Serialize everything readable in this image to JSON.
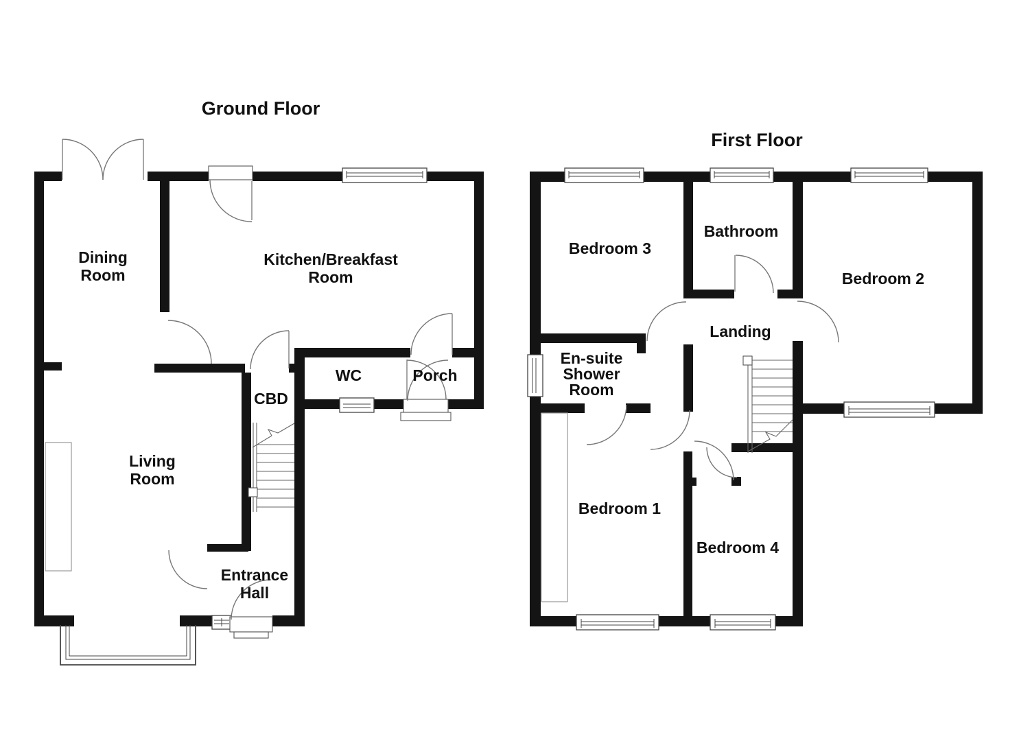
{
  "document": {
    "type": "floor-plan",
    "background_color": "#ffffff",
    "wall_color": "#141414",
    "door_arc_color": "#777777",
    "window_color": "#444444",
    "stair_color": "#666666",
    "text_color": "#111111"
  },
  "ground_floor": {
    "title": "Ground Floor",
    "rooms": {
      "dining": {
        "lines": [
          "Dining",
          "Room"
        ]
      },
      "kitchen": {
        "lines": [
          "Kitchen/Breakfast",
          "Room"
        ]
      },
      "wc": {
        "lines": [
          "WC"
        ]
      },
      "porch": {
        "lines": [
          "Porch"
        ]
      },
      "cbd": {
        "lines": [
          "CBD"
        ]
      },
      "living": {
        "lines": [
          "Living",
          "Room"
        ]
      },
      "entrance": {
        "lines": [
          "Entrance",
          "Hall"
        ]
      }
    }
  },
  "first_floor": {
    "title": "First Floor",
    "rooms": {
      "bedroom3": {
        "lines": [
          "Bedroom 3"
        ]
      },
      "bathroom": {
        "lines": [
          "Bathroom"
        ]
      },
      "bedroom2": {
        "lines": [
          "Bedroom 2"
        ]
      },
      "landing": {
        "lines": [
          "Landing"
        ]
      },
      "ensuite": {
        "lines": [
          "En-suite",
          "Shower",
          "Room"
        ]
      },
      "bedroom1": {
        "lines": [
          "Bedroom 1"
        ]
      },
      "bedroom4": {
        "lines": [
          "Bedroom 4"
        ]
      }
    }
  }
}
